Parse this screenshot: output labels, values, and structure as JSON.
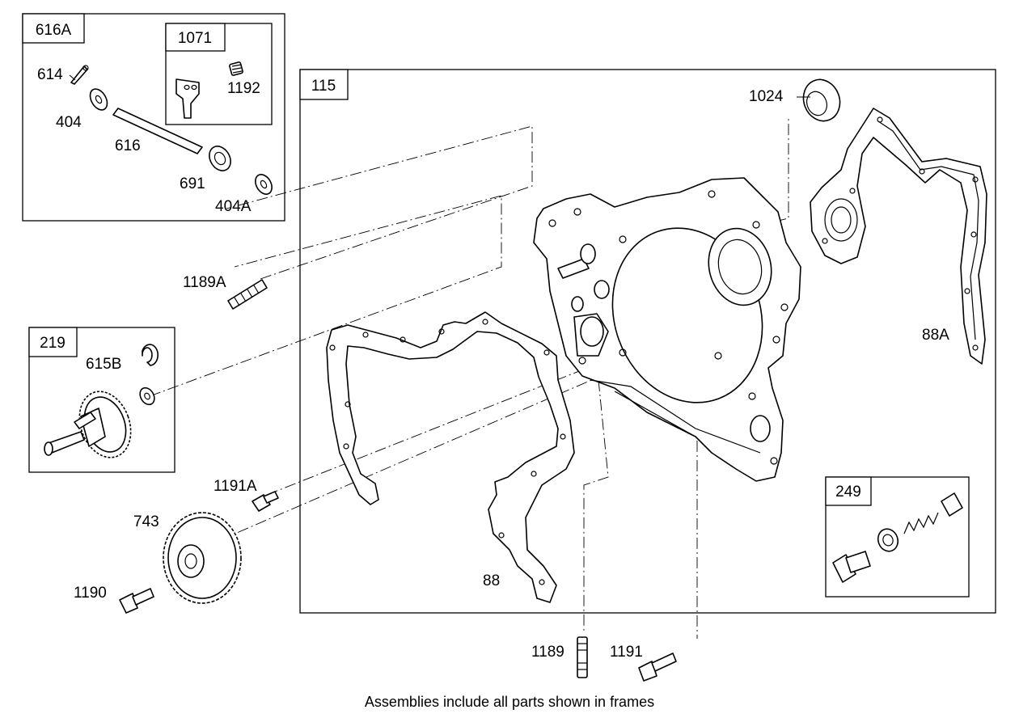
{
  "frames": {
    "f616A": "616A",
    "f1071": "1071",
    "f115": "115",
    "f219": "219",
    "f249": "249"
  },
  "parts": {
    "p614": "614",
    "p404": "404",
    "p616": "616",
    "p691": "691",
    "p404A": "404A",
    "p1192": "1192",
    "p1024": "1024",
    "p88A": "88A",
    "p1189A": "1189A",
    "p615B": "615B",
    "p1191A": "1191A",
    "p743": "743",
    "p1190": "1190",
    "p88": "88",
    "p1189": "1189",
    "p1191": "1191"
  },
  "caption": "Assemblies include all parts shown in frames"
}
